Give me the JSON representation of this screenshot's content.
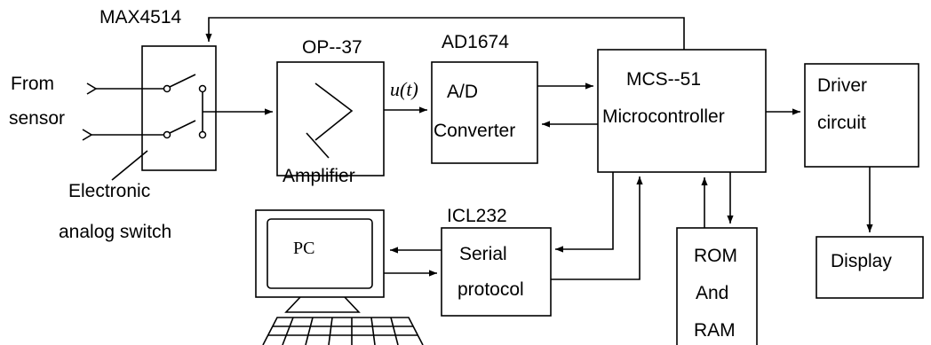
{
  "labels": {
    "max4514": "MAX4514",
    "from": "From",
    "sensor": "sensor",
    "electronic": "Electronic",
    "analog_switch": "analog switch",
    "op37": "OP--37",
    "amplifier": "Amplifier",
    "ut": "u(t)",
    "ad1674": "AD1674",
    "ad": "A/D",
    "converter": "Converter",
    "mcs51": "MCS--51",
    "microcontroller": "Microcontroller",
    "driver": "Driver",
    "circuit": "circuit",
    "display": "Display",
    "icl232": "ICL232",
    "serial": "Serial",
    "protocol": "protocol",
    "rom": "ROM",
    "and": "And",
    "ram": "RAM",
    "pc": "PC"
  }
}
